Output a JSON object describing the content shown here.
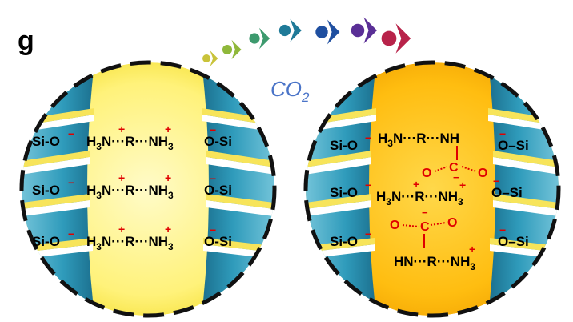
{
  "panel_label": "g",
  "gas_label": "CO",
  "gas_subscript": "2",
  "colors": {
    "sphere_left": "#fff7a0",
    "sphere_right": "#ffc000",
    "wall_teal": "#3fa9c4",
    "dash": "#111111",
    "charge": "#e00000",
    "co2_text": "#4a74c8"
  },
  "arrows": [
    {
      "color": "#c9c33a"
    },
    {
      "color": "#8fb83a"
    },
    {
      "color": "#3d9a6e"
    },
    {
      "color": "#1f7a98"
    },
    {
      "color": "#1f4fa0"
    },
    {
      "color": "#5a2f96"
    },
    {
      "color": "#b8234a"
    }
  ],
  "left": {
    "rows": [
      {
        "left": "Si-O",
        "mid": "H3N···R···NH3",
        "right": "O-Si"
      },
      {
        "left": "Si-O",
        "mid": "H3N···R···NH3",
        "right": "O-Si"
      },
      {
        "left": "Si-O",
        "mid": "H3N···R···NH3",
        "right": "O-Si"
      }
    ]
  },
  "right": {
    "walls_left": [
      "Si-O",
      "Si-O",
      "Si-O"
    ],
    "walls_right": [
      "O–Si",
      "O–Si",
      "O–Si"
    ],
    "row1": "H3N···R···NH",
    "carbamate1": "O=C=O",
    "row2": "H3N···R···NH3",
    "carbamate2": "O=C=O",
    "row3": "HN···R···NH3"
  }
}
